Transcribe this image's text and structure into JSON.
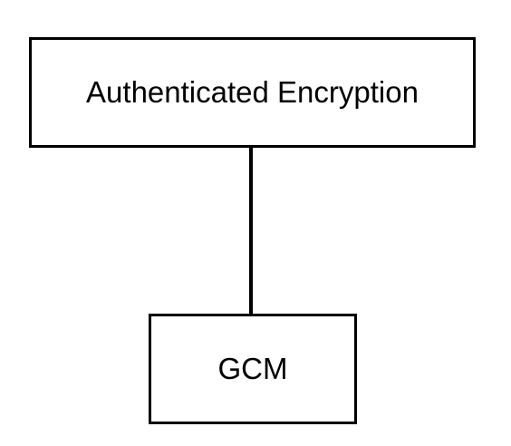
{
  "diagram": {
    "nodes": [
      {
        "id": "authenticated-encryption",
        "label": "Authenticated Encryption"
      },
      {
        "id": "gcm",
        "label": "GCM"
      }
    ],
    "edges": [
      {
        "from": "authenticated-encryption",
        "to": "gcm"
      }
    ]
  }
}
